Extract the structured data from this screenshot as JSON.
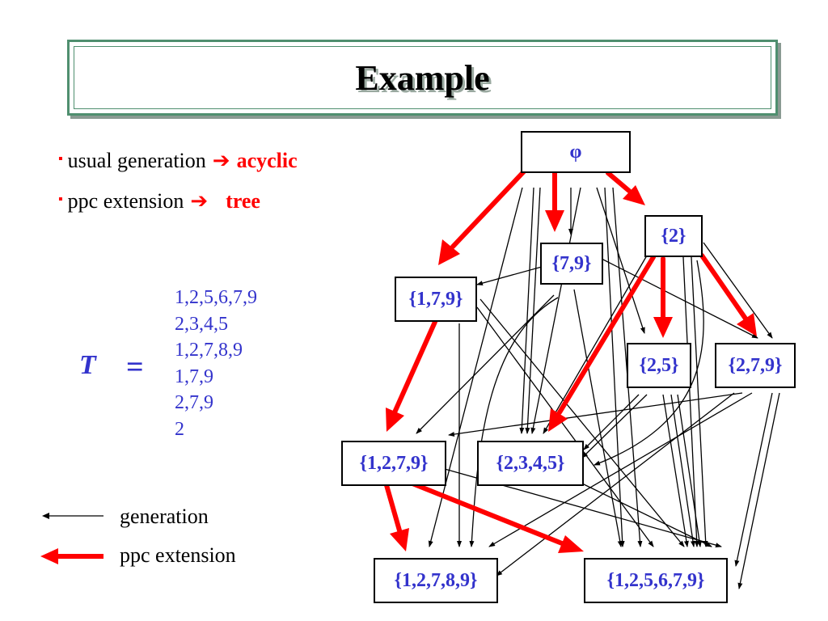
{
  "title": "Example",
  "bullets": [
    {
      "text": "usual generation",
      "result": "acyclic"
    },
    {
      "text": "ppc extension",
      "result": "tree"
    }
  ],
  "bullet_mark": "▪",
  "arrow_symbol": "➔",
  "tau_symbol": "T",
  "equals": "=",
  "transactions": [
    "1,2,5,6,7,9",
    "2,3,4,5",
    "1,2,7,8,9",
    "1,7,9",
    "2,7,9",
    "2"
  ],
  "legend": {
    "generation": "generation",
    "ppc": "ppc extension"
  },
  "nodes": {
    "phi": "φ",
    "n2": "{2}",
    "n79": "{7,9}",
    "n179": "{1,7,9}",
    "n25": "{2,5}",
    "n279": "{2,7,9}",
    "n1279": "{1,2,7,9}",
    "n2345": "{2,3,4,5}",
    "n12789": "{1,2,7,8,9}",
    "n125679": "{1,2,5,6,7,9}"
  },
  "colors": {
    "node_text": "#3333cc",
    "ppc_arrow": "#ff0000",
    "title_border": "#4f8f6f"
  }
}
